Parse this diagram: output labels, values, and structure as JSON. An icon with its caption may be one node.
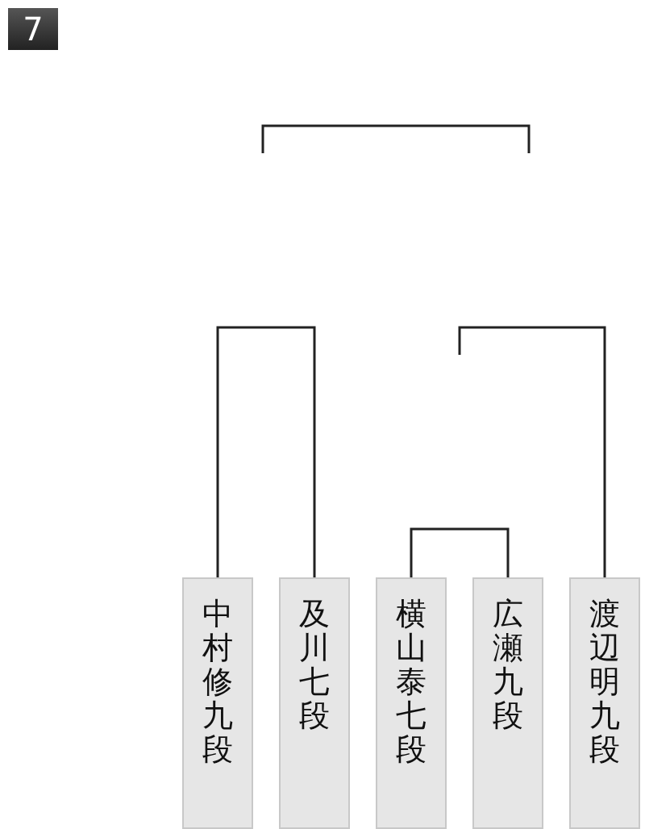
{
  "diagram": {
    "nodes": [
      {
        "text": [
          "中村修九段"
        ]
      },
      {
        "text": [
          "及川七段"
        ]
      },
      {
        "text": [
          "横山泰七段"
        ]
      },
      {
        "text": [
          "広瀬九段"
        ]
      },
      {
        "text": [
          "渡辺明九段"
        ]
      }
    ],
    "edges": [
      {
        "from": 0,
        "to": 1,
        "arrow": "none"
      },
      {
        "from": 2,
        "to": 3,
        "arrow": "none"
      },
      {
        "from": null,
        "to": 4,
        "arrow": "none"
      }
    ],
    "labels": [
      "7"
    ]
  }
}
